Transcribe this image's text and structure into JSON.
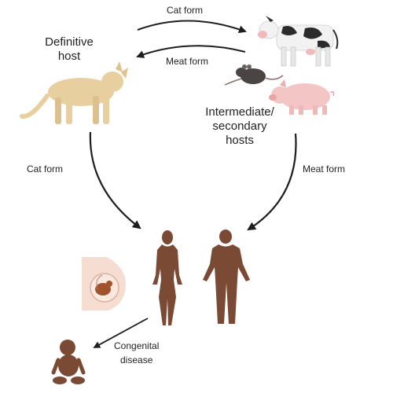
{
  "labels": {
    "definitive_host": [
      "Definitive",
      "host"
    ],
    "intermediate_hosts": [
      "Intermediate/",
      "secondary",
      "hosts"
    ],
    "cat_form_top": "Cat form",
    "meat_form_top": "Meat form",
    "cat_form_left": "Cat form",
    "meat_form_right": "Meat form",
    "congenital": [
      "Congenital",
      "disease"
    ]
  },
  "icons": [
    "cat-icon",
    "cow-icon",
    "rat-icon",
    "pig-icon",
    "pregnant-belly-icon",
    "woman-icon",
    "man-icon",
    "infant-icon"
  ],
  "colors": {
    "arrow": "#1e1e1e",
    "cat": "#e8cf9f",
    "human_skin": "#7a4a35",
    "pig": "#f4c5c5",
    "rat": "#4a4444",
    "cow_white": "#f2f2f2",
    "cow_black": "#2b2b2b"
  }
}
